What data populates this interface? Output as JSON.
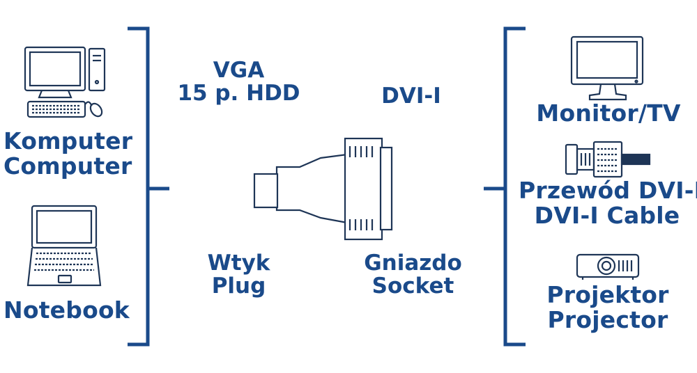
{
  "colors": {
    "accent": "#1a4a8a",
    "line": "#1e3556"
  },
  "left_sources": [
    {
      "icon": "desktop-computer-icon",
      "line1": "Komputer",
      "line2": "Computer"
    },
    {
      "icon": "laptop-icon",
      "line1": "Notebook"
    }
  ],
  "connector": {
    "left_type_line1": "VGA",
    "left_type_line2": "15 p. HDD",
    "right_type": "DVI-I",
    "plug_line1": "Wtyk",
    "plug_line2": "Plug",
    "socket_line1": "Gniazdo",
    "socket_line2": "Socket"
  },
  "right_targets": [
    {
      "icon": "monitor-icon",
      "line1": "Monitor/TV"
    },
    {
      "icon": "dvi-cable-icon",
      "line1": "Przewód DVI-I",
      "line2": "DVI-I Cable"
    },
    {
      "icon": "projector-icon",
      "line1": "Projektor",
      "line2": "Projector"
    }
  ]
}
